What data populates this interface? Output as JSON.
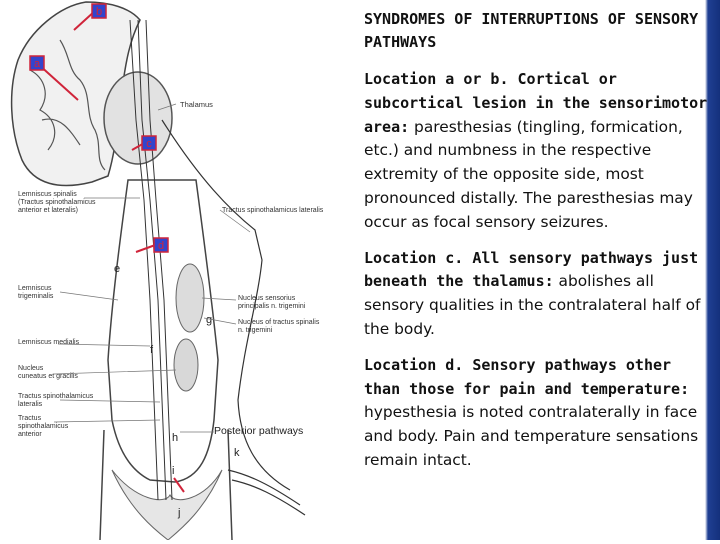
{
  "diagram": {
    "markers": {
      "a": "a",
      "b": "b",
      "c": "c",
      "d": "d"
    },
    "point_labels": {
      "e": "e",
      "f": "f",
      "g": "g",
      "h": "h",
      "i": "i",
      "j": "j",
      "k": "k"
    },
    "labels": {
      "thalamus": "Thalamus",
      "lemniscus_spinalis": "Lemniscus spinalis\n(Tractus spinothalamicus\nanterior et lateralis)",
      "tractus_spinothalamicus_lateralis": "Tractus spinothalamicus lateralis",
      "lemniscus_trigeminalis": "Lemniscus\ntrigeminalis",
      "nucleus_sensorius": "Nucleus sensorius\nprincipalis n. trigemini",
      "nucleus_tractus_spinalis": "Nucleus of tractus spinalis\nn. trigemini",
      "lemniscus_medialis": "Lemniscus medialis",
      "nucleus_cuneatus": "Nucleus\ncuneatus et gracilis",
      "tractus_spinothalamicus_lateralis_low": "Tractus spinothalamicus\nlateralis",
      "tractus_spinothalamicus_anterior": "Tractus\nspinothalamicus\nanterior",
      "posterior_pathways": "Posterior pathways"
    },
    "colors": {
      "marker_fill": "#3344cc",
      "marker_border": "#d0243a",
      "line": "#333333",
      "lesion_line": "#d0243a"
    }
  },
  "text": {
    "title": "SYNDROMES OF INTERRUPTIONS OF SENSORY PATHWAYS",
    "paragraphs": [
      {
        "lead": "Location a or b. Cortical or subcortical lesion in the sensorimotor area:",
        "rest": " paresthesias (tingling, formication, etc.) and numbness in the respective extremity of the opposite side, most pronounced distally. The paresthesias may occur as focal sensory seizures."
      },
      {
        "lead": "Location c. All sensory pathways just beneath the thalamus:",
        "rest": " abolishes all sensory qualities in the contralateral half of the body."
      },
      {
        "lead": "Location d. Sensory pathways other than those for pain and temperature:",
        "rest": " hypesthesia is noted contralaterally in face and body. Pain and temperature sensations remain intact."
      }
    ]
  },
  "theme": {
    "panel_accent": "#1f3f93"
  }
}
